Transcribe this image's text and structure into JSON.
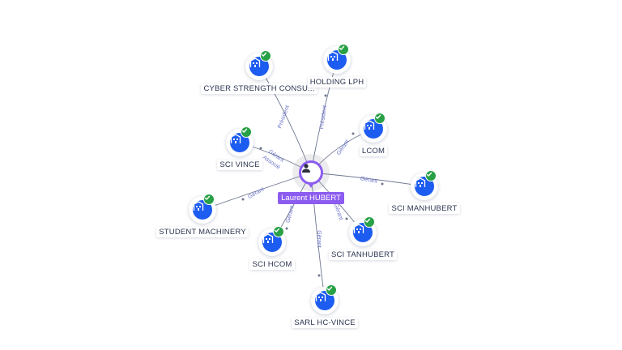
{
  "center": {
    "name": "Laurent HUBERT",
    "icon": "person-icon",
    "color": "#8c5cf0"
  },
  "companies": [
    {
      "id": "cyber",
      "name": "CYBER STRENGTH CONSU...",
      "relations": [
        "Président"
      ]
    },
    {
      "id": "holding",
      "name": "HOLDING LPH",
      "relations": [
        "Président"
      ]
    },
    {
      "id": "lcom",
      "name": "LCOM",
      "relations": [
        "Gérant"
      ]
    },
    {
      "id": "vince",
      "name": "SCI VINCE",
      "relations": [
        "Gérant",
        "Associé"
      ]
    },
    {
      "id": "manhubert",
      "name": "SCI MANHUBERT",
      "relations": [
        "Gérant"
      ]
    },
    {
      "id": "student",
      "name": "STUDENT MACHINERY",
      "relations": [
        "Gérant"
      ]
    },
    {
      "id": "hcom",
      "name": "SCI HCOM",
      "relations": [
        "Gérant"
      ]
    },
    {
      "id": "tanhubert",
      "name": "SCI TANHUBERT",
      "relations": [
        "Gérant"
      ]
    },
    {
      "id": "sarl",
      "name": "SARL HC-VINCE",
      "relations": [
        "Gérant"
      ]
    }
  ],
  "icons": {
    "company": "building-icon",
    "verified": "check-badge-icon"
  },
  "colors": {
    "company": "#1d5cf0",
    "verified": "#27a046",
    "edge": "#6f7790",
    "edge_label": "#6b74c8"
  }
}
